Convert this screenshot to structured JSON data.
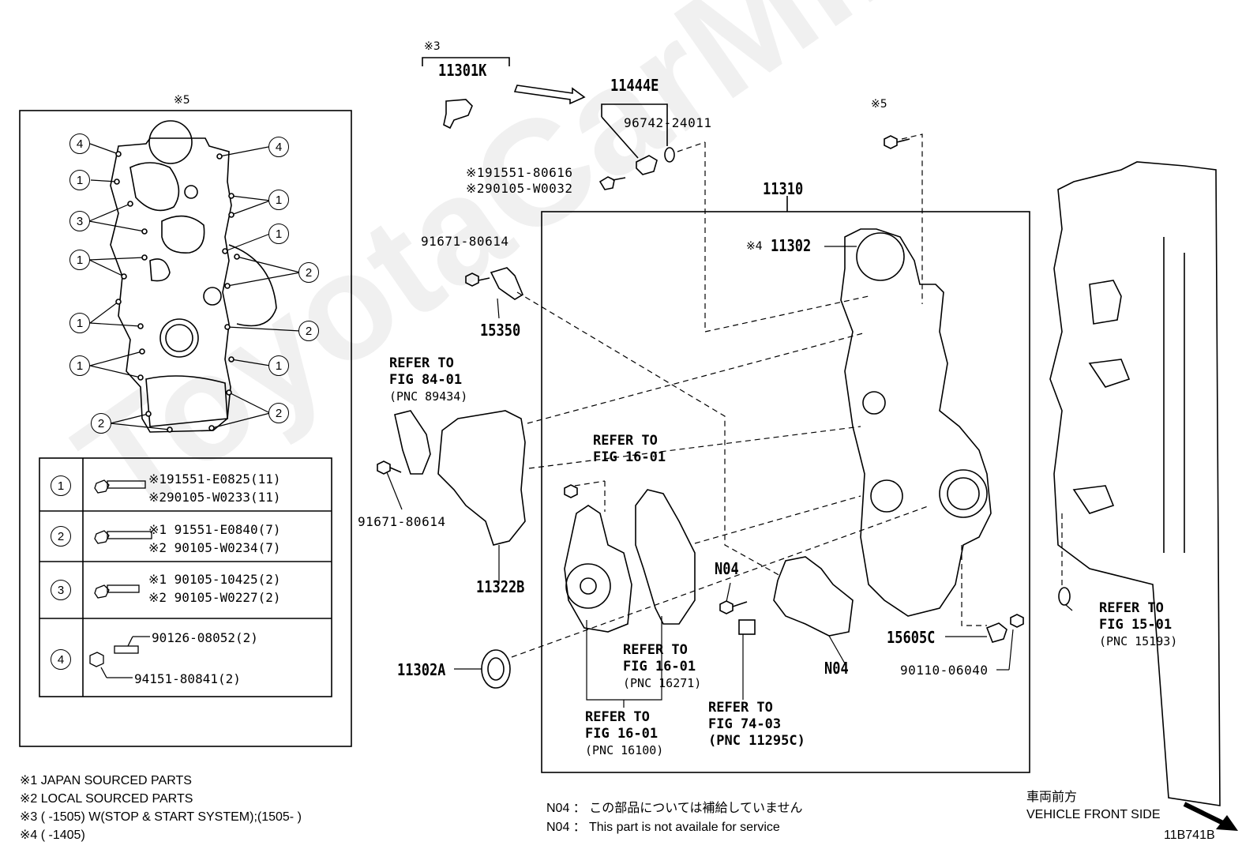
{
  "watermark": "ToyotaCarMine.ru",
  "left_panel": {
    "title_mark": "※5",
    "callouts": [
      "1",
      "2",
      "3",
      "4"
    ],
    "table": [
      {
        "num": "1",
        "lines": [
          "※191551-E0825(11)",
          "※290105-W0233(11)"
        ]
      },
      {
        "num": "2",
        "lines": [
          "※1 91551-E0840(7)",
          "※2 90105-W0234(7)"
        ]
      },
      {
        "num": "3",
        "lines": [
          "※1 90105-10425(2)",
          "※2 90105-W0227(2)"
        ]
      },
      {
        "num": "4",
        "lines": [
          "90126-08052(2)",
          "94151-80841(2)"
        ]
      }
    ]
  },
  "parts": {
    "p11301K_mark": "※3",
    "p11301K": "11301K",
    "p11444E": "11444E",
    "p96742": "96742-24011",
    "p19155_a": "※191551-80616",
    "p29010_a": "※290105-W0032",
    "p11310": "11310",
    "p11302_mark": "※4",
    "p11302": "11302",
    "p5mark": "※5",
    "p91671_top": "91671-80614",
    "p15350": "15350",
    "p91671_bot": "91671-80614",
    "p11322B": "11322B",
    "p11302A": "11302A",
    "pN04_a": "N04",
    "pN04_b": "N04",
    "p15605C": "15605C",
    "p90110": "90110-06040"
  },
  "refs": {
    "r84": {
      "l1": "REFER TO",
      "l2": "FIG 84-01",
      "l3": "(PNC 89434)"
    },
    "r16a": {
      "l1": "REFER TO",
      "l2": "FIG 16-01"
    },
    "r16b": {
      "l1": "REFER TO",
      "l2": "FIG 16-01",
      "l3": "(PNC 16271)"
    },
    "r16c": {
      "l1": "REFER TO",
      "l2": "FIG 16-01",
      "l3": "(PNC 16100)"
    },
    "r74": {
      "l1": "REFER TO",
      "l2": "FIG 74-03",
      "l3": "(PNC 11295C)"
    },
    "r15": {
      "l1": "REFER TO",
      "l2": "FIG 15-01",
      "l3": "(PNC 15193)"
    }
  },
  "footnotes": [
    "※1 JAPAN SOURCED PARTS",
    "※2 LOCAL SOURCED PARTS",
    "※3 (        -1505) W(STOP & START SYSTEM);(1505-        )",
    "※4 (        -1405)"
  ],
  "notes": {
    "n04_jp": "N04 ： この部品については補給していません",
    "n04_en": "N04 ：  This part is not availale for service"
  },
  "direction": {
    "jp": "車両前方",
    "en": "VEHICLE FRONT SIDE"
  },
  "figure_code": "11B741B"
}
